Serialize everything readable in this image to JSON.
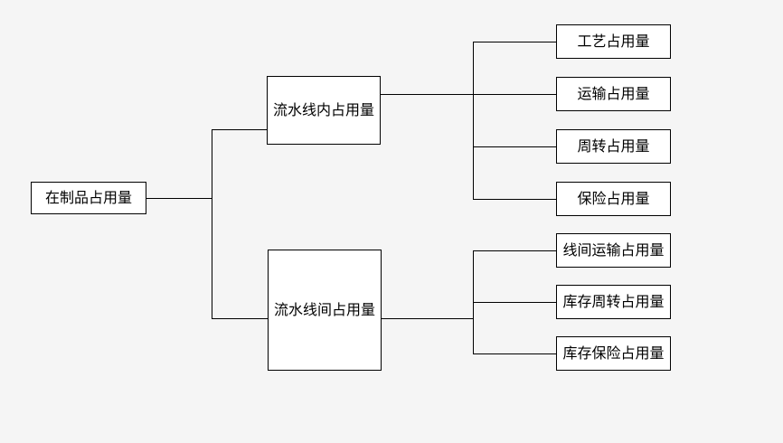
{
  "diagram": {
    "type": "tree",
    "root": {
      "label": "在制品占用量"
    },
    "branches": [
      {
        "label": "流水线内占用量",
        "children": [
          {
            "label": "工艺占用量"
          },
          {
            "label": "运输占用量"
          },
          {
            "label": "周转占用量"
          },
          {
            "label": "保险占用量"
          }
        ]
      },
      {
        "label": "流水线间占用量",
        "children": [
          {
            "label": "线间运输占用量"
          },
          {
            "label": "库存周转占用量"
          },
          {
            "label": "库存保险占用量"
          }
        ]
      }
    ]
  },
  "colors": {
    "background": "#f5f5f5",
    "node_fill": "#ffffff",
    "node_border": "#000000",
    "line": "#000000",
    "text": "#000000"
  }
}
